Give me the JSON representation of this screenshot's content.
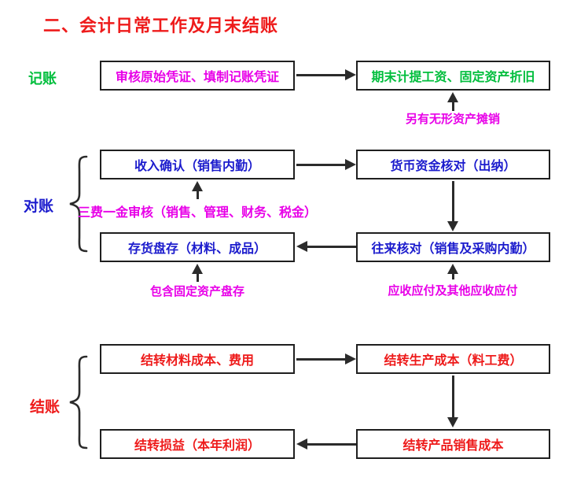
{
  "title": {
    "text": "二、会计日常工作及月末结账",
    "color": "#ee1b1b"
  },
  "colors": {
    "red": "#ee1b1b",
    "green": "#00be3c",
    "blue": "#1c1ccd",
    "magenta": "#e800e8",
    "line": "#2b2b2b"
  },
  "sections": {
    "bookkeeping": {
      "label": "记账",
      "color": "#00be3c"
    },
    "reconciliation": {
      "label": "对账",
      "color": "#1c1ccd"
    },
    "closing": {
      "label": "结账",
      "color": "#ee1b1b"
    }
  },
  "boxes": {
    "audit_vouchers": {
      "label": "审核原始凭证、填制记账凭证",
      "color": "#e800e8"
    },
    "period_end_accrual": {
      "label": "期末计提工资、固定资产折旧",
      "color": "#00be3c"
    },
    "revenue_confirmation": {
      "label": "收入确认（销售内勤）",
      "color": "#1c1ccd"
    },
    "cash_check": {
      "label": "货币资金核对（出纳）",
      "color": "#1c1ccd"
    },
    "inventory_count": {
      "label": "存货盘存（材料、成品）",
      "color": "#1c1ccd"
    },
    "current_accounts_check": {
      "label": "往来核对（销售及采购内勤）",
      "color": "#1c1ccd"
    },
    "carryover_material_cost": {
      "label": "结转材料成本、费用",
      "color": "#ee1b1b"
    },
    "carryover_production_cost": {
      "label": "结转生产成本（料工费）",
      "color": "#ee1b1b"
    },
    "carryover_profit_loss": {
      "label": "结转损益（本年利润）",
      "color": "#ee1b1b"
    },
    "carryover_sales_cost": {
      "label": "结转产品销售成本",
      "color": "#ee1b1b"
    }
  },
  "notes": {
    "intangible_amortization": {
      "text": "另有无形资产摊销",
      "color": "#e800e8"
    },
    "three_fees_audit": {
      "text": "三费一金审核（销售、管理、财务、税金）",
      "color": "#e800e8"
    },
    "fixed_asset_count": {
      "text": "包含固定资产盘存",
      "color": "#e800e8"
    },
    "receivables_payables": {
      "text": "应收应付及其他应收应付",
      "color": "#e800e8"
    }
  }
}
